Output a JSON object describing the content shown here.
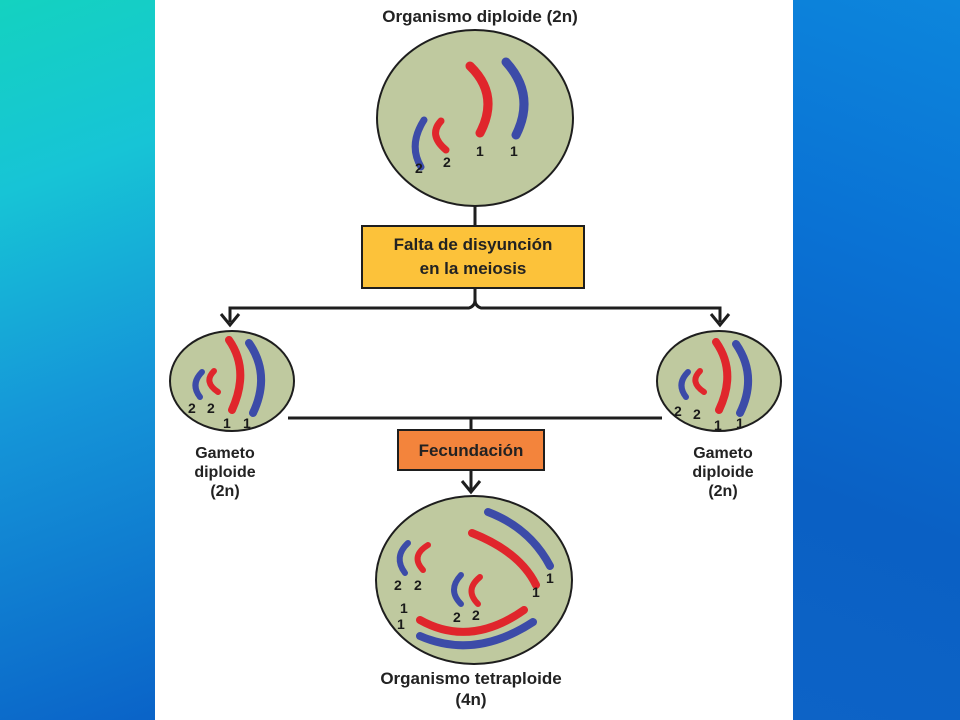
{
  "colors": {
    "cell_fill": "#bfc99f",
    "cell_border": "#1e1e1e",
    "chromosome_red": "#e0262c",
    "chromosome_blue": "#3c4ba8",
    "process_box_yellow": "#fcc23a",
    "process_box_orange": "#f3843c",
    "connector": "#1e1e1e"
  },
  "cells": {
    "parent": {
      "label": "Organismo diploide (2n)",
      "numbers": [
        "2",
        "2",
        "1",
        "1"
      ]
    },
    "gamete_left": {
      "label_lines": [
        "Gameto",
        "diploide",
        "(2n)"
      ],
      "numbers": [
        "2",
        "2",
        "1",
        "1"
      ]
    },
    "gamete_right": {
      "label_lines": [
        "Gameto",
        "diploide",
        "(2n)"
      ],
      "numbers": [
        "2",
        "2",
        "1",
        "1"
      ]
    },
    "offspring": {
      "label_lines": [
        "Organismo tetraploide",
        "(4n)"
      ],
      "numbers": [
        "2",
        "2",
        "2",
        "2",
        "1",
        "1",
        "1",
        "1"
      ]
    }
  },
  "process_boxes": {
    "nondisjunction": {
      "lines": [
        "Falta de disyunción",
        "en la meiosis"
      ]
    },
    "fertilization": {
      "label": "Fecundación"
    }
  }
}
